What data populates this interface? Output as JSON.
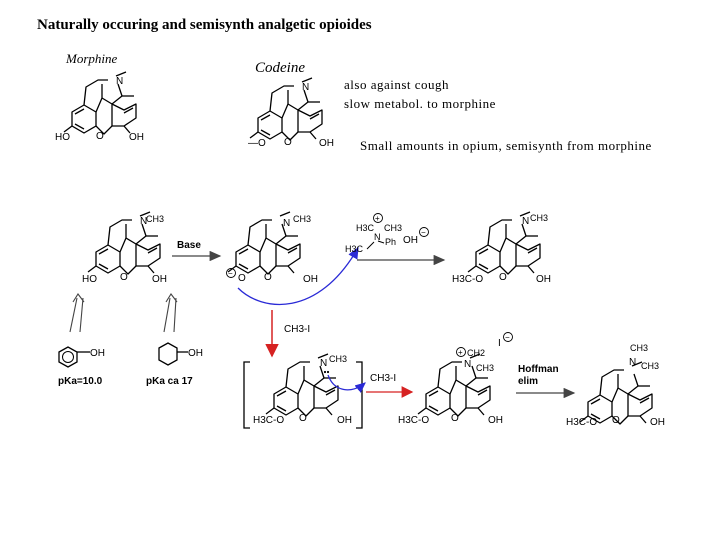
{
  "title": "Naturally occuring and semisynth analgetic opioides",
  "morphine_label": "Morphine",
  "codeine_label": "Codeine",
  "notes": {
    "line1": "also against cough",
    "line2": "slow metabol. to morphine",
    "line3": "Small amounts in opium, semisynth from morphine"
  },
  "atoms": {
    "HO": "HO",
    "OH": "OH",
    "O": "O",
    "N": "N",
    "CH3": "CH3",
    "H3C_O": "H3C-O",
    "methoxy": "—O",
    "H3C": "H3C",
    "Ph": "Ph",
    "I": "I",
    "CH2": "CH2"
  },
  "reagents": {
    "base": "Base",
    "ch3i": "CH3-I",
    "hoffman_line1": "Hoffman",
    "hoffman_line2": "elim"
  },
  "pka": {
    "phenol": "pKa=10.0",
    "cyclohexanol": "pKa ca 17"
  },
  "charges": {
    "plus": "+",
    "minus": "−"
  },
  "colors": {
    "curved_arrow": "#2a2ad6",
    "methylation_arrow": "#d62222",
    "reaction_arrow": "#444444"
  }
}
